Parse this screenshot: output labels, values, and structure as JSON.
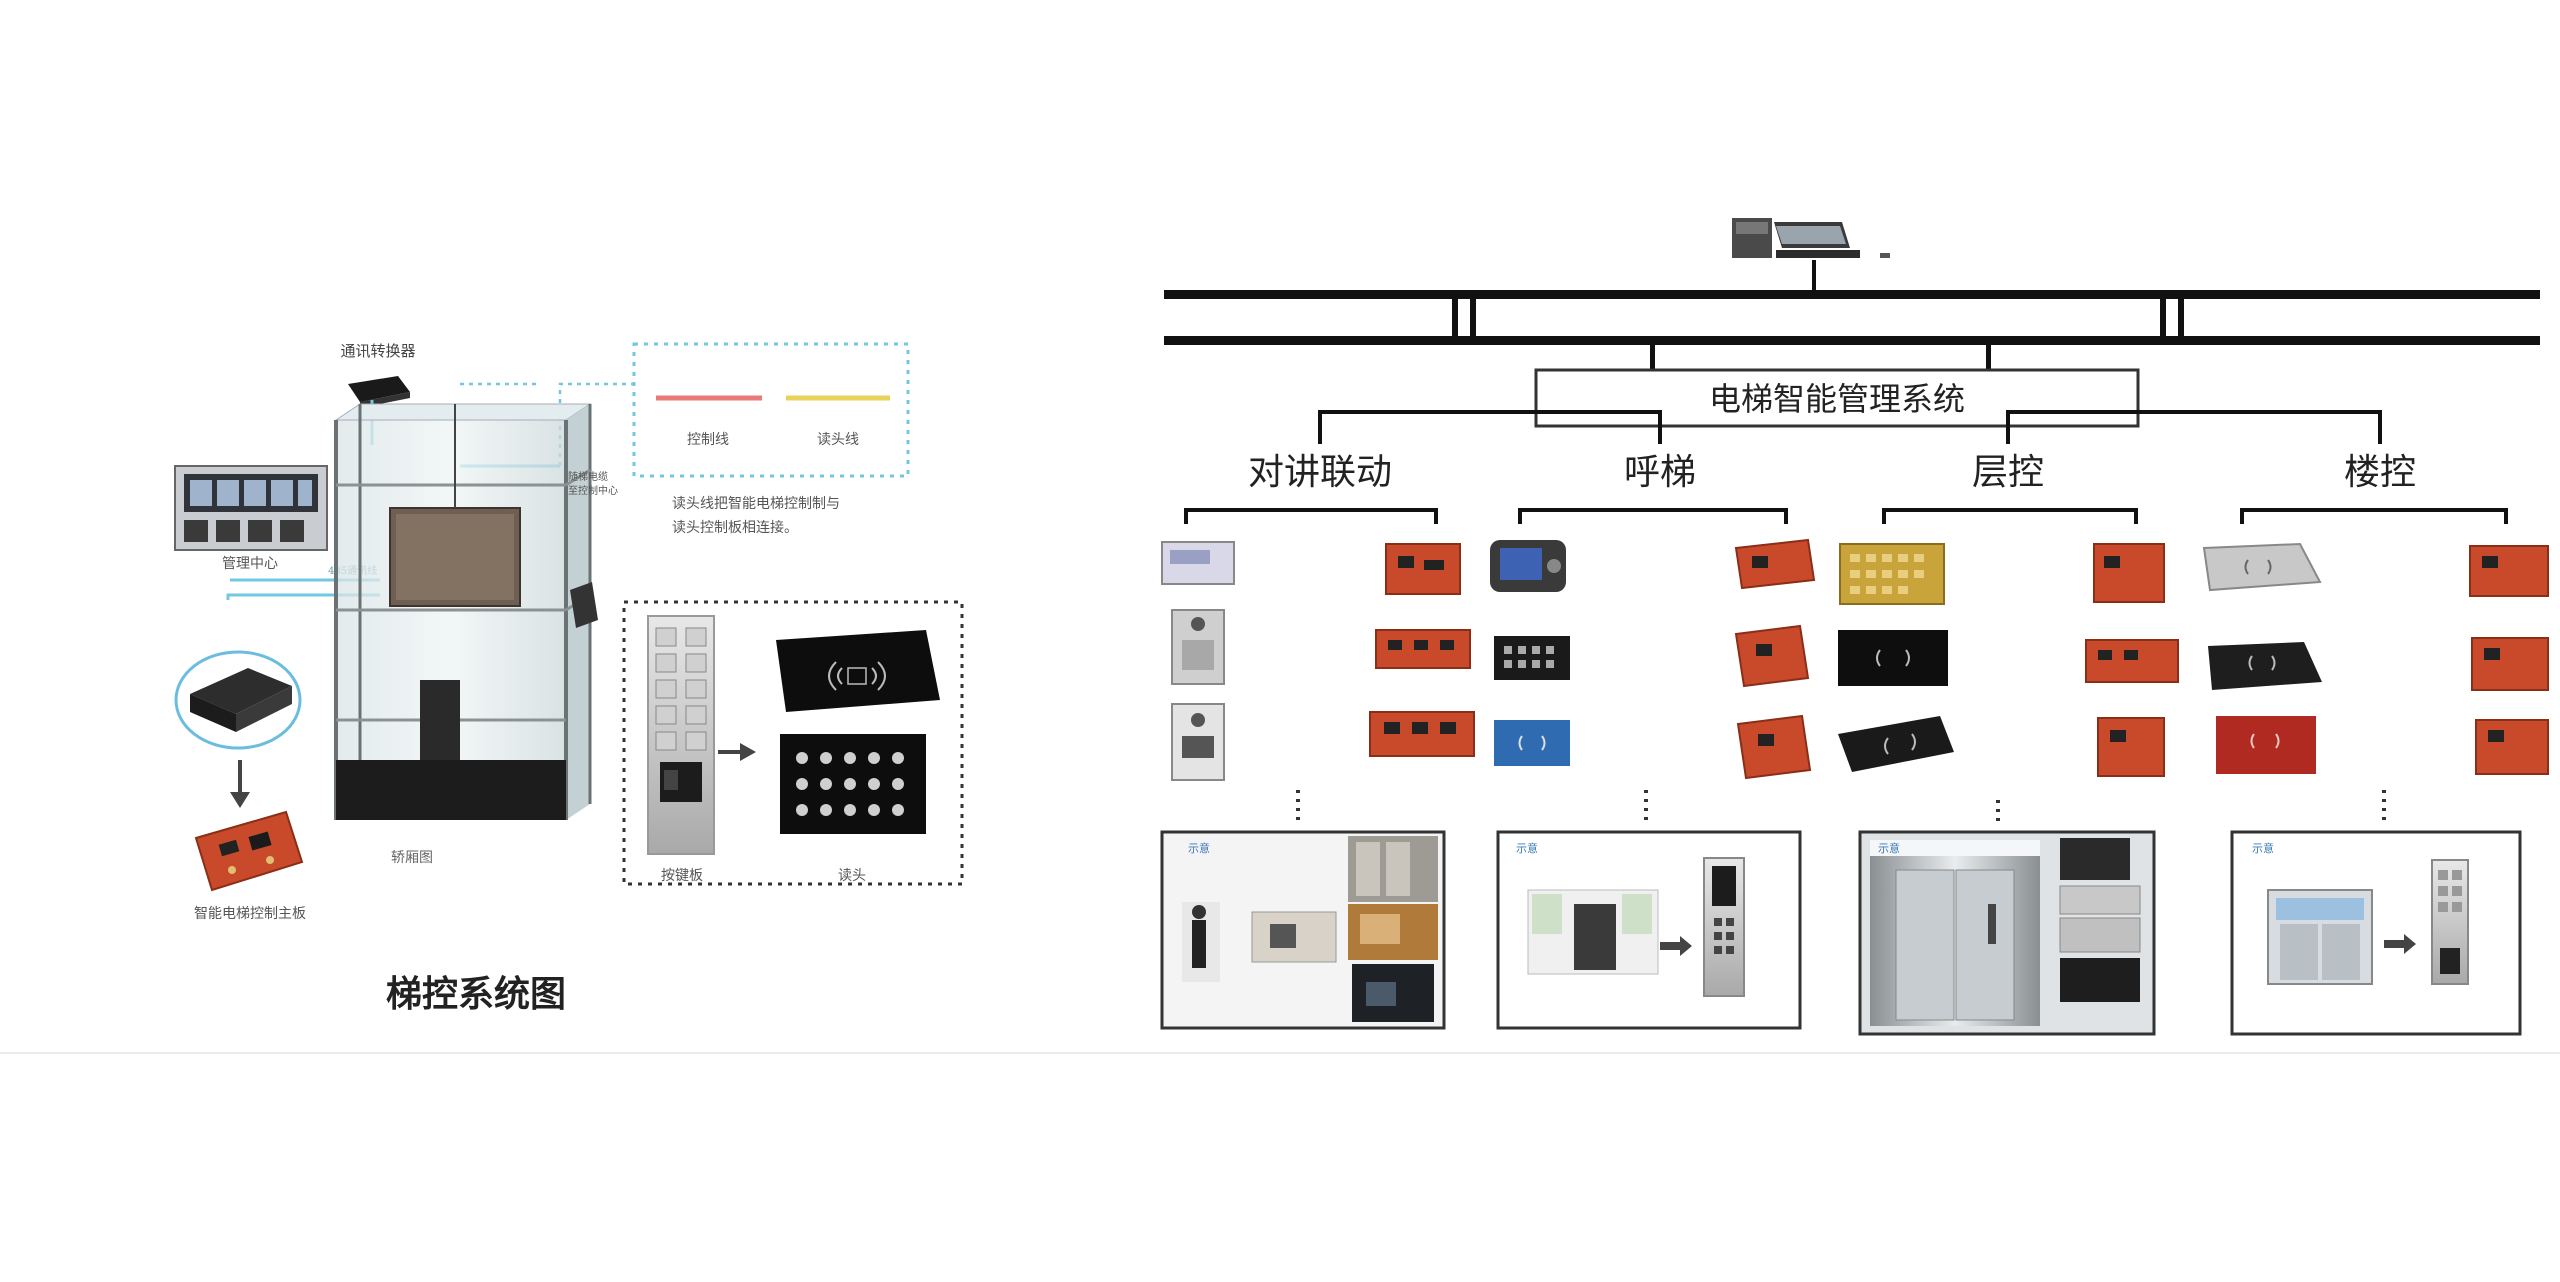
{
  "left_diagram": {
    "title": "梯控系统图",
    "legend": {
      "control_line": "控制线",
      "reader_line": "读头线",
      "control_color": "#e87a7a",
      "reader_color": "#e8d25a"
    },
    "note_line1": "读头线把智能电梯控制制与",
    "note_line2": "读头控制板相连接。",
    "labels": {
      "comm_converter": "通讯转换器",
      "management_center": "管理中心",
      "cable_tag": "485通讯线",
      "car_side_tag_1": "随梯电缆",
      "car_side_tag_2": "至控制中心",
      "car": "轿厢图",
      "control_board": "智能电梯控制主板",
      "button_panel": "按键板",
      "reader": "读头"
    }
  },
  "right_diagram": {
    "system_title": "电梯智能管理系统",
    "categories": [
      "对讲联动",
      "呼梯",
      "层控",
      "楼控"
    ],
    "scene_tags": [
      "示意",
      "示意",
      "示意",
      "示意"
    ],
    "colors": {
      "bus": "#111111",
      "board": "#c94a2a",
      "panel_blue": "#2e6bb0",
      "panel_gold": "#c9a43a",
      "panel_red": "#b02a22"
    }
  }
}
